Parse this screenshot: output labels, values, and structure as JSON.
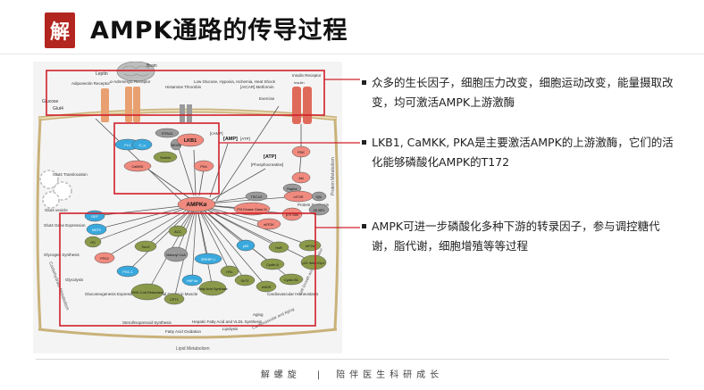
{
  "header": {
    "logo_char": "解",
    "title": "AMPK通路的传导过程"
  },
  "diagram": {
    "top_labels": {
      "brain": "Brain",
      "leptin": "Leptin",
      "adrenergic": "α-Adrenergic Receptor",
      "adiponectin": "Adiponectin Receptor",
      "glucose": "Glucose",
      "glut4": "Glut4",
      "histamine": "Histamine Thrombin",
      "low_glucose": "Low Glucose, Hypoxia, Ischemia, Heat Shock",
      "aicar": "[AICAR] Metformin",
      "exercise": "Exercise",
      "insulin": "Insulin Receptor",
      "insulin_small": "Insulin"
    },
    "nodes": {
      "plc": "PLC",
      "gq": "G_q",
      "lkb1": "LKB1",
      "strad": "STRAD",
      "mo25": "MO25",
      "sestrin": "Sestrin",
      "camkk": "CaMKK",
      "pka": "PKA",
      "camp": "[cAMP]",
      "amp": "[AMP]",
      "atp": "[ATP]",
      "atp_small": "[ATP]",
      "phosphocreatine": "[Phosphocreatine]",
      "pdk": "PDK",
      "akt": "Akt",
      "raptor": "Raptor",
      "tsc12": "TSC1/2",
      "mtor": "mTOR",
      "gbl": "GβL",
      "s6k": "p70 S6K",
      "4ebp1": "4E-BP1",
      "protein_synth": "Protein Synthesis",
      "pi3k": "PI3 Kinase Class III",
      "eef2k": "eEF2K",
      "ampk": "AMPKα",
      "glut4_trans": "Glut4 Translocation",
      "glut4_vesicle": "Glut4 vesicle",
      "gef": "GEF",
      "mef2": "MEF2",
      "glut4_expr": "Glut4 Gene Expression",
      "gs": "GS",
      "glycogen": "Glycogen Synthesis",
      "pfk2": "PFK2",
      "glycolysis": "Glycolysis",
      "torc2": "Torc2",
      "pgc1": "PGC-1",
      "glucon": "Gluconeogenesis Expression of Mitochondrial Genes in Muscle",
      "acc": "ACC",
      "malonyl": "Malonyl CoA",
      "cpt1": "CPT1",
      "fa_ox": "Fatty Acid Oxidation",
      "hmgcoa": "HMG-CoA Reductase",
      "sterol": "Sterol/Isoprenoid Synthesis",
      "srebp": "SREBP-1",
      "hnf4": "HNF4α",
      "fa_synth": "Fatty Acid Synthase",
      "hepatic": "Hepatic Fatty Acid and VLDL Synthesis",
      "hsl": "HSL",
      "lipolysis": "Lipolysis",
      "sirt1": "SirT1",
      "aging": "Aging",
      "p53": "p53",
      "enos": "eNOS",
      "cardio": "Cardiovascular Homeostasis",
      "hur": "HuR",
      "cyclin_a": "Cyclin A",
      "cyclin_b1": "Cyclin B1",
      "p21": "p21 Waf1/Cip1",
      "eif24": "eIF2α",
      "carb_meta": "Carbohydrate Metabolism",
      "lipid_meta": "Lipid Metabolism",
      "protein_meta": "Protein Metabolism",
      "cell_growth": "Cell Growth and Proliferation",
      "cardio_aging": "Cardiovascular and Aging"
    }
  },
  "notes": [
    {
      "text": "众多的生长因子，细胞压力改变，细胞运动改变，能量摄取改变，均可激活AMPK上游激酶"
    },
    {
      "text": "LKB1, CaMKK, PKA是主要激活AMPK的上游激酶，它们的活化能够磷酸化AMPK的T172"
    },
    {
      "text": "AMPK可进一步磷酸化多种下游的转录因子，参与调控糖代谢，脂代谢，细胞增殖等等过程"
    }
  ],
  "footer": {
    "left": "解螺旋",
    "sep": "|",
    "right": "陪伴医生科研成长"
  },
  "colors": {
    "accent_red": "#d0202a",
    "node_pink": "#f08a7e",
    "node_blue": "#39a9dd",
    "node_green": "#8a9a4a",
    "node_gray": "#9a9a9a",
    "logo_red": "#b3251f"
  }
}
